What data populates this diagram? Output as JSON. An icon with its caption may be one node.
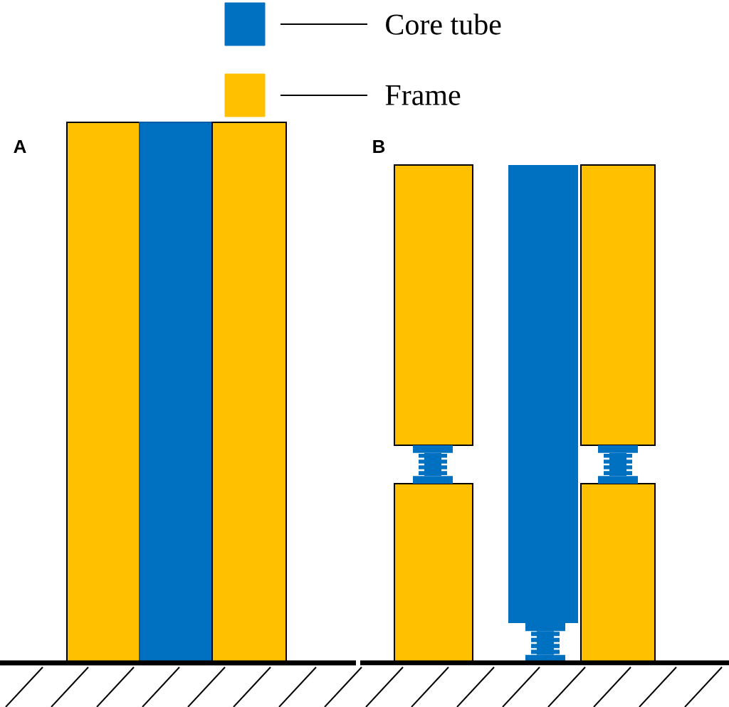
{
  "diagram": {
    "labels": [
      "A",
      "B"
    ],
    "legend": [
      {
        "text": "Core tube",
        "color": "#0070c0"
      },
      {
        "text": "Frame",
        "color": "#ffc000"
      }
    ]
  }
}
